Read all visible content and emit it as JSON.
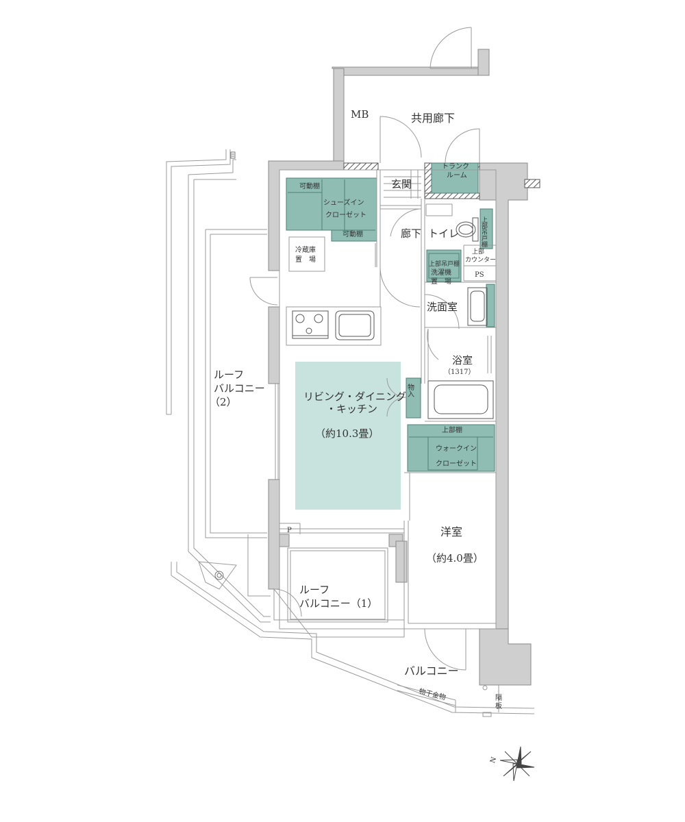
{
  "colors": {
    "wall": "#cfcfcf",
    "wall_edge": "#8a8a8a",
    "storage": "#8fbdb3",
    "ldk": "#c8e3de",
    "line": "#9a9a9a",
    "text": "#333333"
  },
  "labels": {
    "mb": "MB",
    "common_corridor": "共用廊下",
    "trunk_room_1": "トランク",
    "trunk_room_2": "ルーム",
    "entrance": "玄関",
    "shoe_closet_1": "シューズイン",
    "shoe_closet_2": "クローゼット",
    "movable_shelf_top": "可動棚",
    "movable_shelf_bottom": "可動棚",
    "hallway": "廊下",
    "toilet": "トイレ",
    "upper_shelf_toilet": "上部吊戸棚",
    "upper_counter_1": "上部",
    "upper_counter_2": "カウンター",
    "fridge_1": "冷蔵庫",
    "fridge_2": "置　場",
    "washer_upper": "上部吊戸棚",
    "washer_1": "洗濯機",
    "washer_2": "置　場",
    "ps": "PS",
    "washroom": "洗面室",
    "bathroom_1": "浴室",
    "bathroom_2": "（1317）",
    "storage_small": "物入",
    "ldk_1": "リビング・ダイニング",
    "ldk_2": "・キッチン",
    "ldk_3": "（約10.3畳）",
    "upper_shelf_wic": "上部棚",
    "wic_1": "ウォークイン",
    "wic_2": "クローゼット",
    "western_room_1": "洋室",
    "western_room_2": "（約4.0畳）",
    "roof_balcony2_1": "ルーフ",
    "roof_balcony2_2": "バルコニー",
    "roof_balcony2_3": "（2）",
    "roof_balcony1_1": "ルーフ",
    "roof_balcony1_2": "バルコニー（1）",
    "p": "P",
    "balcony": "バルコニー",
    "drying_hardware": "物干金物",
    "partition_1": "隔",
    "partition_2": "板",
    "north": "N"
  }
}
